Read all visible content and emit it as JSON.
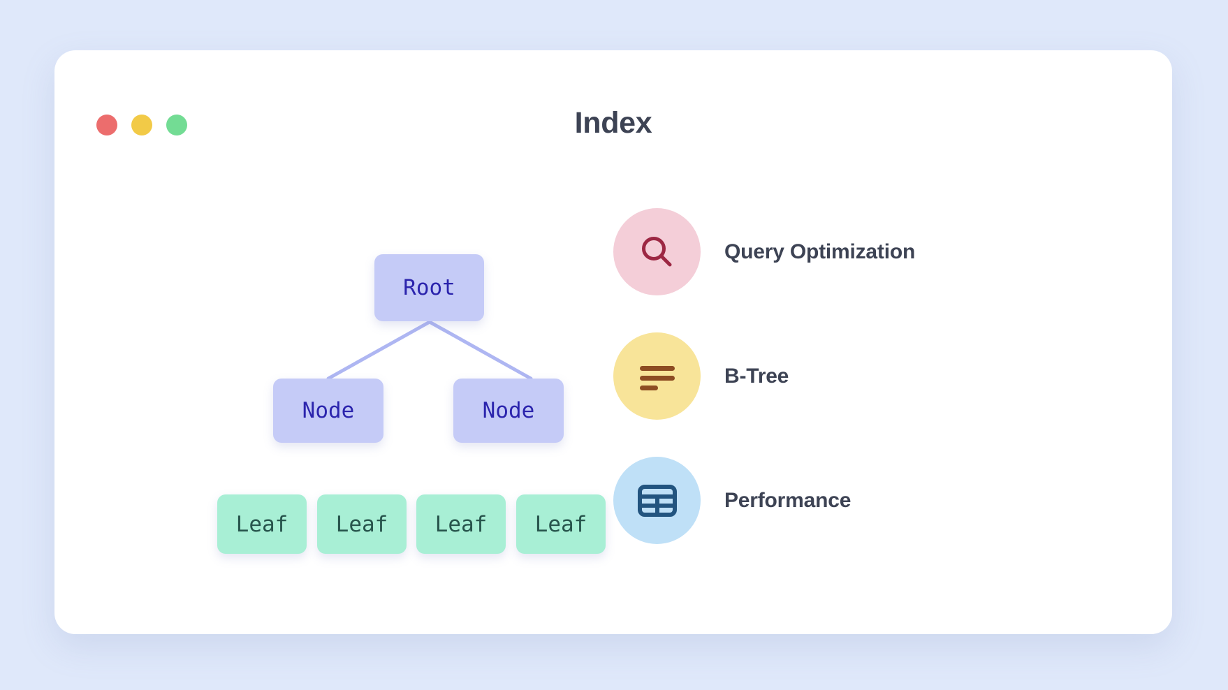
{
  "page": {
    "background_color": "#dfe8fa",
    "card_background": "#ffffff"
  },
  "window": {
    "title": "Index",
    "traffic_lights": [
      {
        "name": "close",
        "color": "#ec6d6d"
      },
      {
        "name": "minimize",
        "color": "#f2ca47"
      },
      {
        "name": "maximize",
        "color": "#73dc94"
      }
    ]
  },
  "tree": {
    "connector_color": "#aeb6f2",
    "internal_node_color": "#c5cbf7",
    "internal_text_color": "#2b24ad",
    "leaf_node_color": "#a8efd5",
    "leaf_text_color": "#27544c",
    "root": {
      "label": "Root"
    },
    "nodes": [
      {
        "label": "Node"
      },
      {
        "label": "Node"
      }
    ],
    "leaves": [
      {
        "label": "Leaf"
      },
      {
        "label": "Leaf"
      },
      {
        "label": "Leaf"
      },
      {
        "label": "Leaf"
      }
    ]
  },
  "features": [
    {
      "label": "Query Optimization",
      "icon": "search-icon",
      "circle_color": "#f4ced8",
      "glyph_color": "#9c2743"
    },
    {
      "label": "B-Tree",
      "icon": "list-lines-icon",
      "circle_color": "#f8e499",
      "glyph_color": "#8d4c22"
    },
    {
      "label": "Performance",
      "icon": "table-grid-icon",
      "circle_color": "#bfe0f7",
      "glyph_color": "#22547f"
    }
  ]
}
